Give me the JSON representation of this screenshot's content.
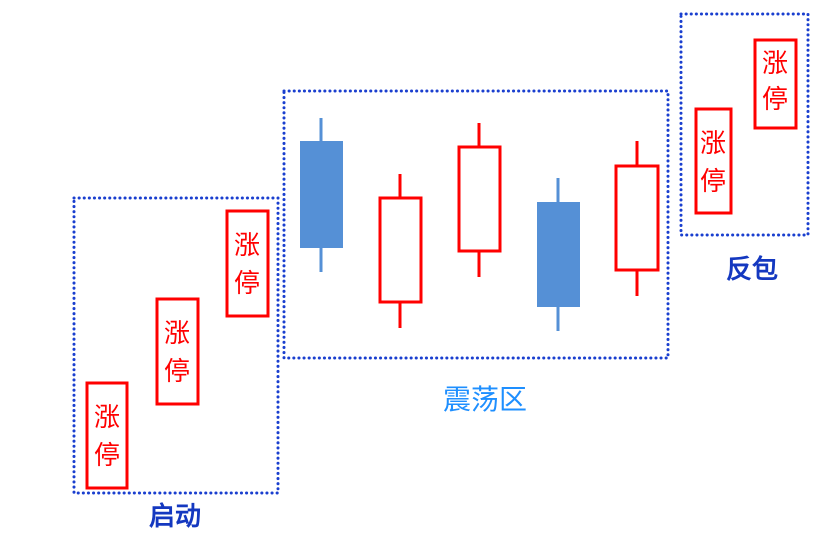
{
  "zones": [
    {
      "label": "启动"
    },
    {
      "label": "震荡区"
    },
    {
      "label": "反包"
    }
  ],
  "limit_up_label": [
    "涨",
    "停"
  ],
  "colors": {
    "up": "#ff0000",
    "down": "#5590d6",
    "zone_border": "#1a3fcf",
    "label_bold": "#1438c0",
    "label_mid": "#1e8fff"
  },
  "candles": [
    {
      "type": "down"
    },
    {
      "type": "up"
    },
    {
      "type": "up"
    },
    {
      "type": "down"
    },
    {
      "type": "up"
    }
  ]
}
